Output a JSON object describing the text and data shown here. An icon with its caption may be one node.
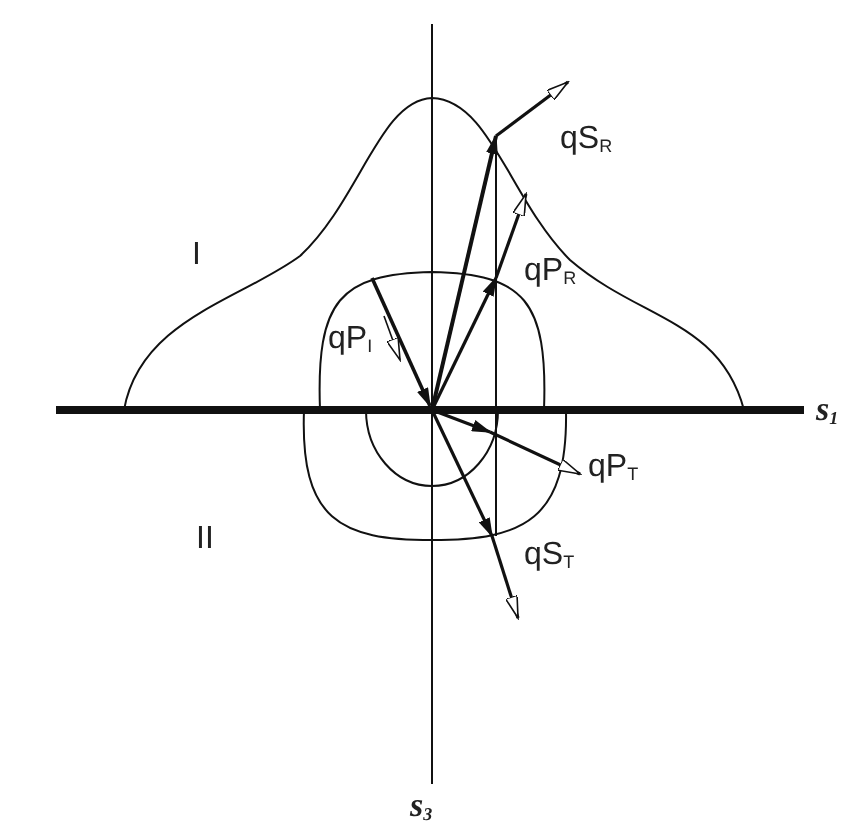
{
  "diagram": {
    "labels": [
      "I",
      "qS$_{R}$",
      "qP$_{R}$",
      "qP$_{I}$",
      "s$_{1}$",
      "qP$_{T}$",
      "II",
      "qS$_{T}$",
      "s$_{3}$"
    ]
  }
}
